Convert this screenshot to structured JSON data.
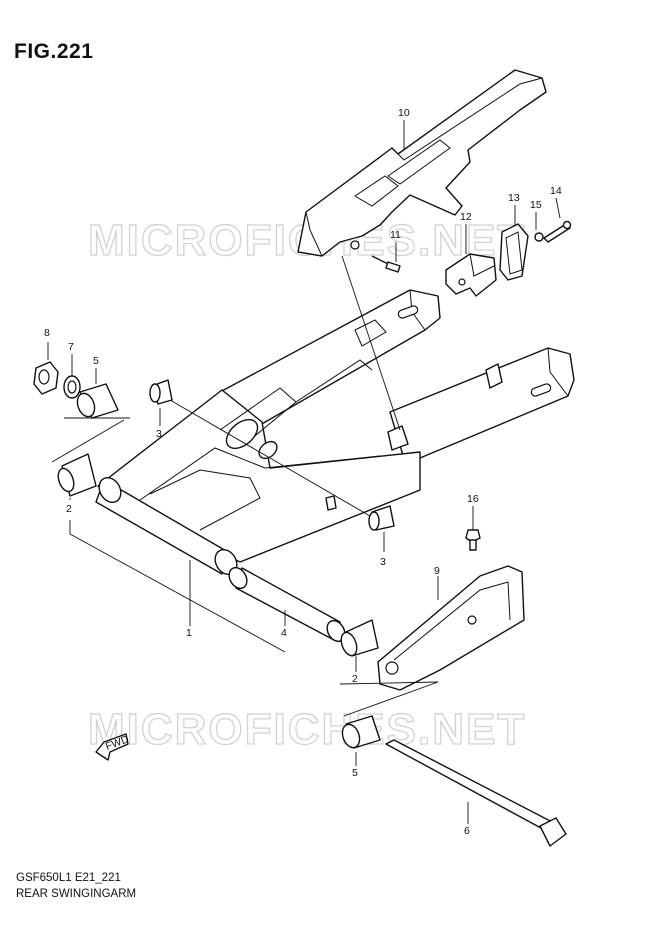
{
  "figure": {
    "title": "FIG.221"
  },
  "footer": {
    "model": "GSF650L1 E21_221",
    "caption": "REAR SWINGINGARM"
  },
  "watermark": {
    "text": "MICROFICHES.NET",
    "color": "#d2d2d2"
  },
  "direction_arrow": {
    "label": "FWD"
  },
  "callouts": {
    "c1": "1",
    "c2a": "2",
    "c2b": "2",
    "c3a": "3",
    "c3b": "3",
    "c4": "4",
    "c5a": "5",
    "c5b": "5",
    "c6": "6",
    "c7": "7",
    "c8": "8",
    "c9": "9",
    "c10": "10",
    "c11": "11",
    "c12": "12",
    "c13": "13",
    "c14": "14",
    "c15": "15",
    "c16": "16"
  }
}
